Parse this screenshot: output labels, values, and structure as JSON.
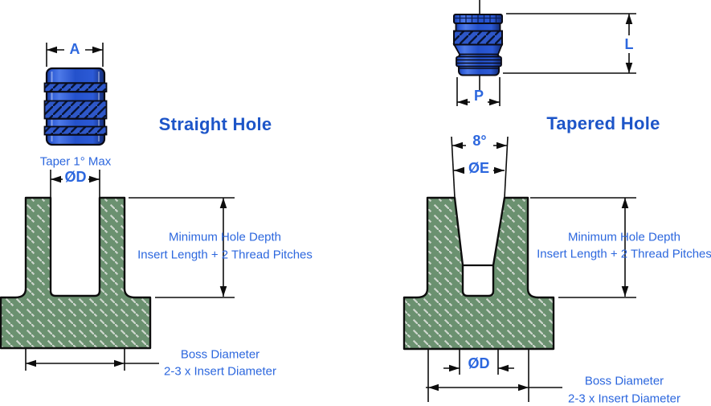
{
  "colors": {
    "accent_text": "#2c67de",
    "title_text": "#1d55c8",
    "drawing_line": "#0d0d0d",
    "section_green": "#6b9170",
    "section_hatch": "#cdd6cd",
    "insert_blue": "#2e57c8"
  },
  "straight": {
    "title": "Straight Hole",
    "dim_a": "A",
    "taper_note": "Taper 1° Max",
    "dia_d": "ØD",
    "depth_line1": "Minimum Hole Depth",
    "depth_line2": "Insert Length + 2 Thread Pitches",
    "boss_line1": "Boss Diameter",
    "boss_line2": "2-3 x Insert Diameter"
  },
  "tapered": {
    "title": "Tapered Hole",
    "dim_l": "L",
    "dim_p": "P",
    "angle": "8°",
    "dia_e": "ØE",
    "dia_d": "ØD",
    "depth_line1": "Minimum Hole Depth",
    "depth_line2": "Insert Length + 2 Thread Pitches",
    "boss_line1": "Boss Diameter",
    "boss_line2": "2-3 x Insert Diameter"
  }
}
